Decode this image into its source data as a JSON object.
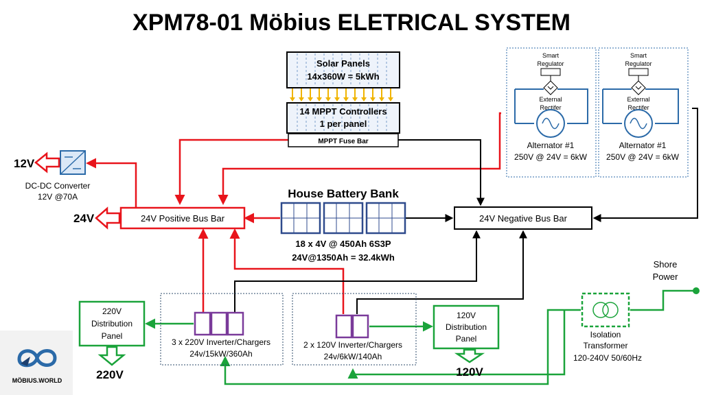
{
  "title": "XPM78-01 Möbius ELETRICAL SYSTEM",
  "solar": {
    "line1": "Solar Panels",
    "line2": "14x360W = 5kWh"
  },
  "mppt": {
    "line1": "14 MPPT Controllers",
    "line2": "1 per panel",
    "fuse_bar": "MPPT Fuse Bar"
  },
  "dcdc": {
    "output": "12V",
    "line1": "DC-DC Converter",
    "line2": "12V @70A"
  },
  "pos_bus": {
    "output": "24V",
    "label": "24V Positive Bus Bar"
  },
  "neg_bus": {
    "label": "24V Negative Bus Bar"
  },
  "battery": {
    "title": "House Battery Bank",
    "line1": "18 x 4V @ 450Ah 6S3P",
    "line2": "24V@1350Ah = 32.4kWh"
  },
  "alternators": [
    {
      "regulator_line1": "Smart",
      "regulator_line2": "Regulator",
      "rectifier_line1": "External",
      "rectifier_line2": "Rectifer",
      "name": "Alternator #1",
      "rating": "250V @ 24V = 6kW"
    },
    {
      "regulator_line1": "Smart",
      "regulator_line2": "Regulator",
      "rectifier_line1": "External",
      "rectifier_line2": "Rectifer",
      "name": "Alternator #1",
      "rating": "250V @ 24V = 6kW"
    }
  ],
  "inverter220": {
    "line1": "3 x 220V Inverter/Chargers",
    "line2": "24v/15kW/360Ah"
  },
  "inverter120": {
    "line1": "2 x 120V Inverter/Chargers",
    "line2": "24v/6kW/140Ah"
  },
  "panel220": {
    "line1": "220V",
    "line2": "Distribution",
    "line3": "Panel",
    "output": "220V"
  },
  "panel120": {
    "line1": "120V",
    "line2": "Distribution",
    "line3": "Panel",
    "output": "120V"
  },
  "shore": {
    "line1": "Shore",
    "line2": "Power"
  },
  "transformer": {
    "line1": "Isolation",
    "line2": "Transformer",
    "line3": "120-240V 50/60Hz"
  },
  "logo": {
    "text": "MÖBIUS.WORLD"
  },
  "colors": {
    "positive": "#e8141b",
    "negative": "#000000",
    "ac": "#1aa33a",
    "battery": "#2e4a8c",
    "inverter": "#7a3a9a",
    "alternator": "#2b6aa8",
    "solar_arrow": "#f0b400"
  }
}
